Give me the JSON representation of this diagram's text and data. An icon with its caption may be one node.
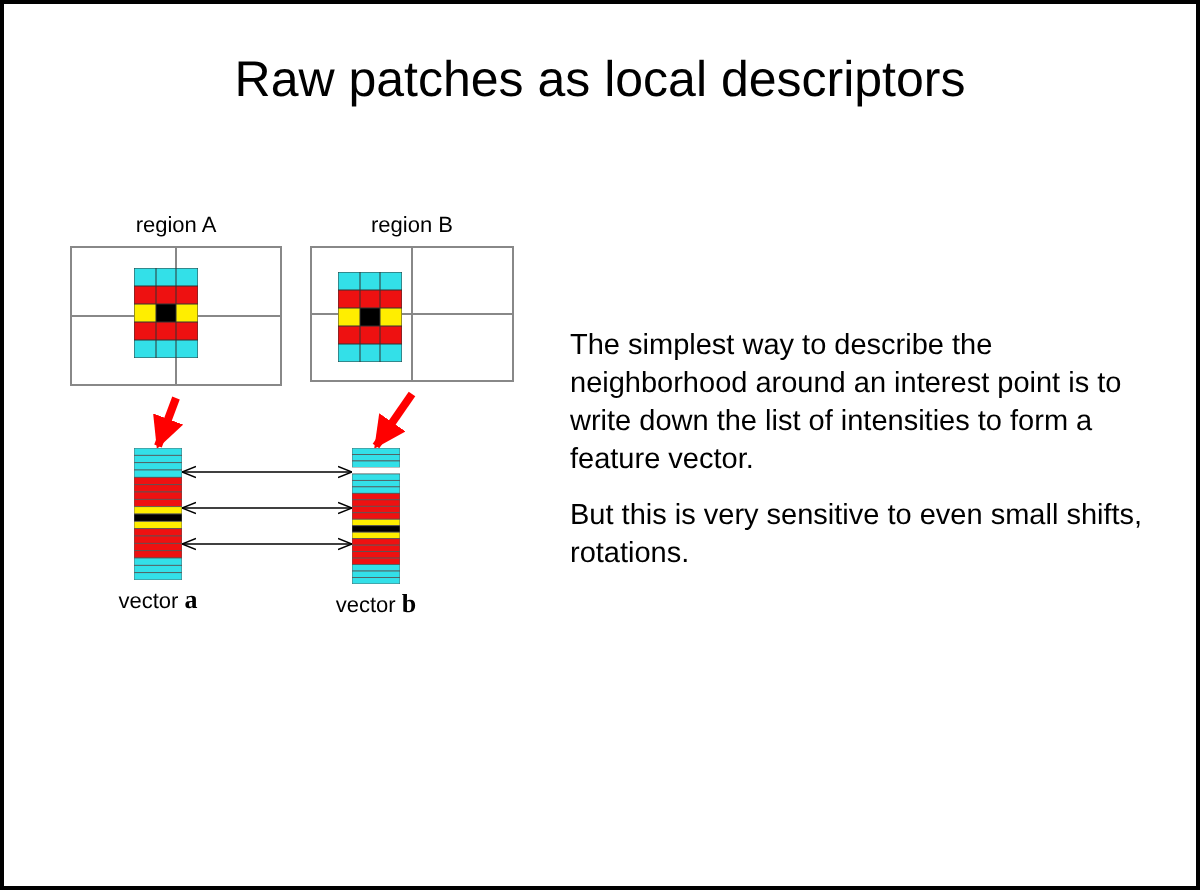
{
  "diagram": {
    "title": "Raw patches as local descriptors",
    "nodes": [
      {
        "text": [
          "region A"
        ]
      },
      {
        "text": [
          "region B"
        ]
      },
      {
        "text": [],
        "shape": "bar",
        "beside": [
          "vector **a**"
        ]
      },
      {
        "text": [],
        "shape": "bar",
        "beside": [
          "vector **b**"
        ]
      }
    ],
    "edges": [
      {
        "from": 0,
        "to": 2,
        "arrow": "to",
        "style": "thick",
        "color": "#ff0000"
      },
      {
        "from": 1,
        "to": 3,
        "arrow": "to",
        "style": "thick",
        "color": "#ff0000"
      },
      {
        "from": 2,
        "to": 3,
        "arrow": "both"
      },
      {
        "from": 2,
        "to": 3,
        "arrow": "both"
      },
      {
        "from": 2,
        "to": 3,
        "arrow": "both"
      }
    ],
    "labels": [
      "The simplest way to describe the neighborhood around an interest point is to write down the list of intensities to form a feature vector.",
      "But this is very sensitive to even small shifts, rotations."
    ]
  }
}
